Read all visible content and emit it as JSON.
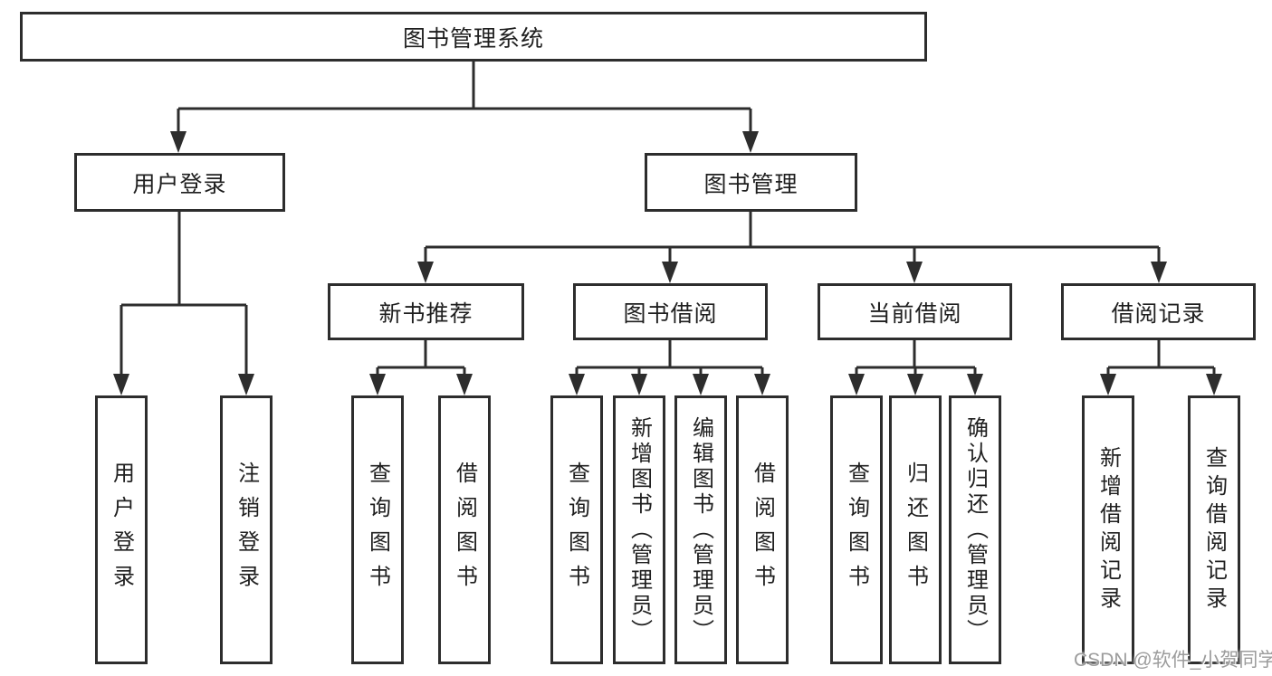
{
  "tree": {
    "label": "图书管理系统",
    "children": [
      {
        "label": "用户登录",
        "children": [
          {
            "label": "用户登录"
          },
          {
            "label": "注销登录"
          }
        ]
      },
      {
        "label": "图书管理",
        "children": [
          {
            "label": "新书推荐",
            "children": [
              {
                "label": "查询图书"
              },
              {
                "label": "借阅图书"
              }
            ]
          },
          {
            "label": "图书借阅",
            "children": [
              {
                "label": "查询图书"
              },
              {
                "label": "新增图书（管理员）"
              },
              {
                "label": "编辑图书（管理员）"
              },
              {
                "label": "借阅图书"
              }
            ]
          },
          {
            "label": "当前借阅",
            "children": [
              {
                "label": "查询图书"
              },
              {
                "label": "归还图书"
              },
              {
                "label": "确认归还（管理员）"
              }
            ]
          },
          {
            "label": "借阅记录",
            "children": [
              {
                "label": "新增借阅记录"
              },
              {
                "label": "查询借阅记录"
              }
            ]
          }
        ]
      }
    ]
  },
  "watermark": {
    "text": "CSDN @软件_小贺同学"
  },
  "colors": {
    "line": "#2d2d2d",
    "text": "#1f1f1f",
    "watermark": "#9c9c9c",
    "background": "#ffffff"
  }
}
